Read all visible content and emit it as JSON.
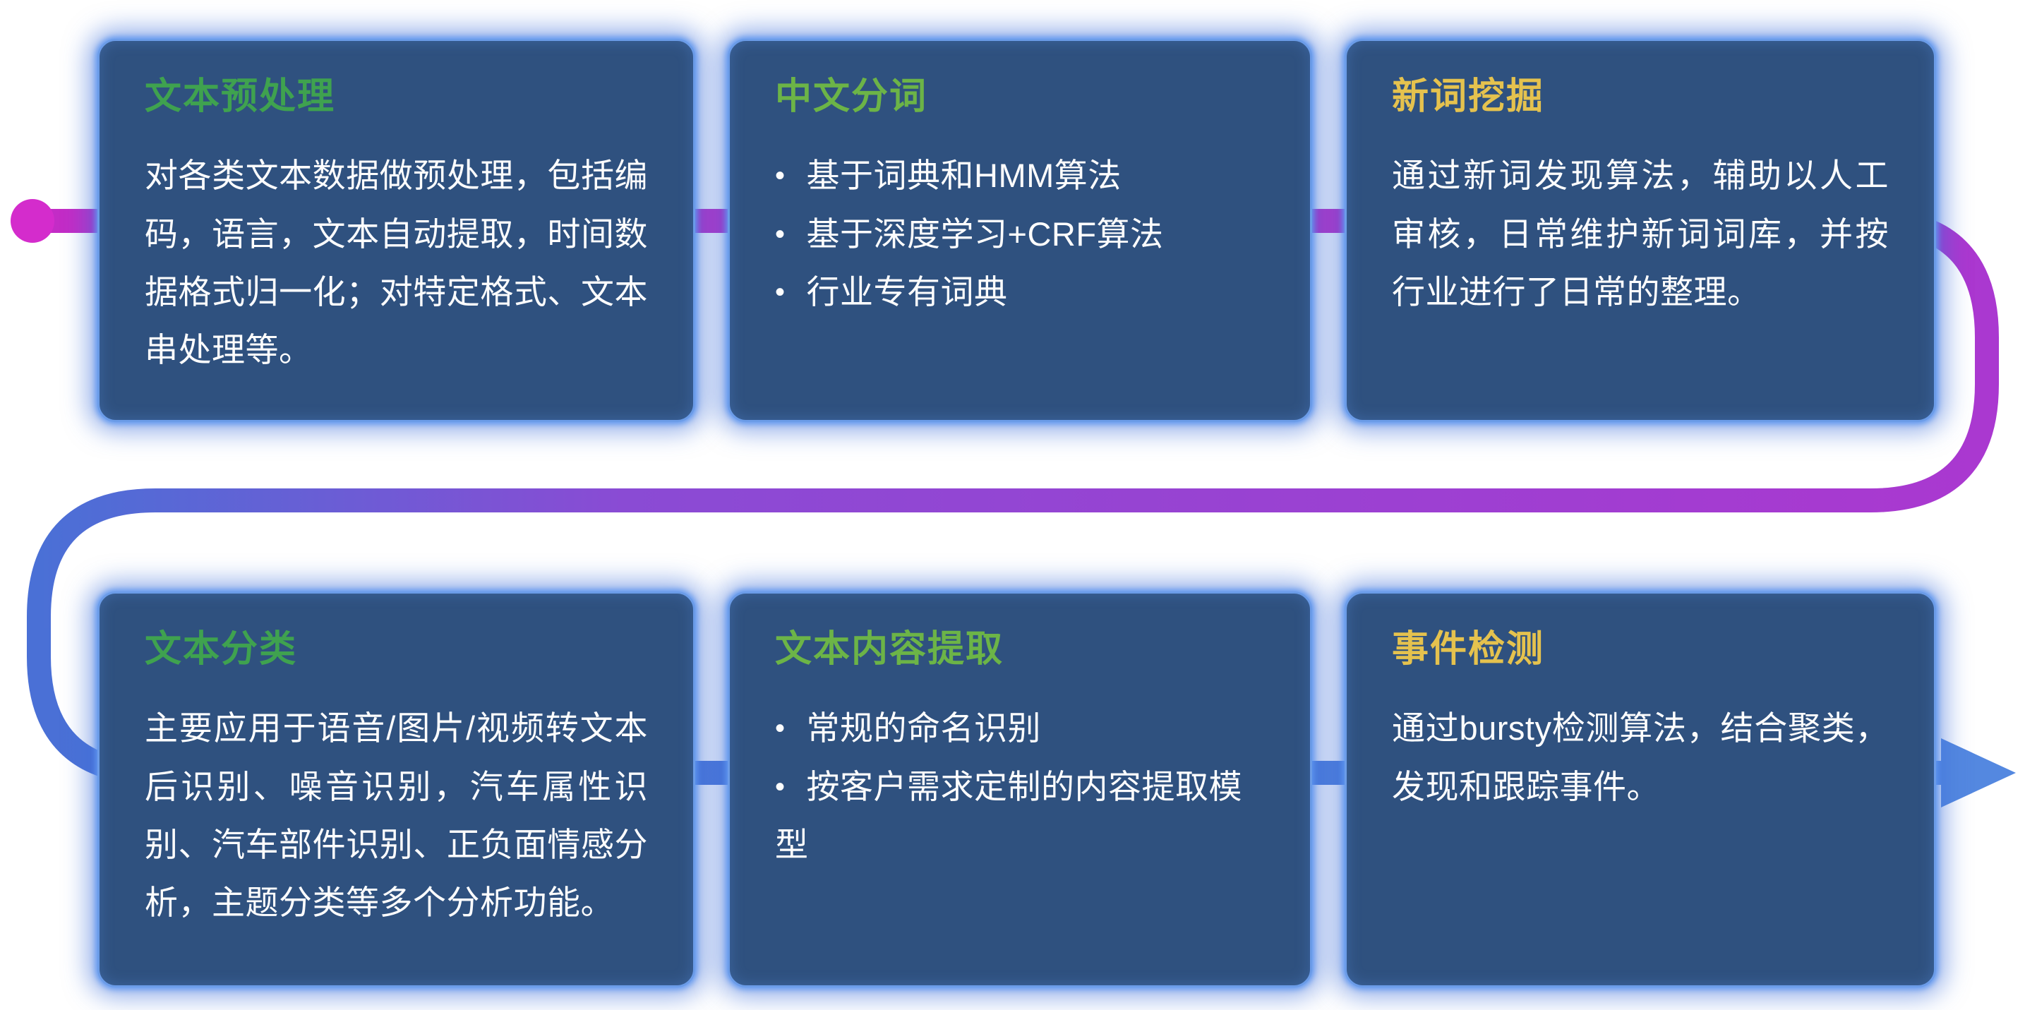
{
  "flow": {
    "colors": {
      "start_dot": "#d42ccc",
      "magenta": "#c32cc6",
      "magenta_purple": "#aa38d0",
      "purple": "#8a4bd4",
      "blue": "#4a70d6",
      "blue_light": "#5488e0"
    }
  },
  "cards": [
    {
      "title": "文本预处理",
      "title_color": "#3fa24f",
      "body": "对各类文本数据做预处理，包括编码，语言，文本自动提取，时间数据格式归一化；对特定格式、文本串处理等。"
    },
    {
      "title": "中文分词",
      "title_color": "#6cb447",
      "bullets": [
        "基于词典和HMM算法",
        "基于深度学习+CRF算法",
        "行业专有词典"
      ]
    },
    {
      "title": "新词挖掘",
      "title_color": "#e5c24e",
      "body": "通过新词发现算法，辅助以人工审核，日常维护新词词库，并按行业进行了日常的整理。"
    },
    {
      "title": "文本分类",
      "title_color": "#3fa24f",
      "body": "主要应用于语音/图片/视频转文本后识别、噪音识别，汽车属性识别、汽车部件识别、正负面情感分析，主题分类等多个分析功能。"
    },
    {
      "title": "文本内容提取",
      "title_color": "#6cb447",
      "bullets": [
        "常规的命名识别",
        "按客户需求定制的内容提取模型"
      ]
    },
    {
      "title": "事件检测",
      "title_color": "#e5c24e",
      "body": "通过bursty检测算法，结合聚类，发现和跟踪事件。"
    }
  ]
}
